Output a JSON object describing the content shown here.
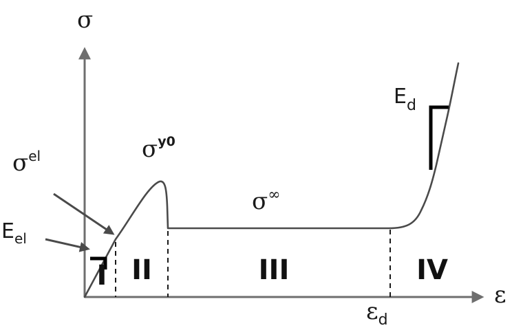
{
  "axes": {
    "y_label": "σ",
    "x_label": "ε"
  },
  "labels": {
    "sigma_el_base": "σ",
    "sigma_el_sup": "el",
    "E_el_base": "E",
    "E_el_sub": "el",
    "sigma_y0_base": "σ",
    "sigma_y0_sup": "y0",
    "sigma_inf_base": "σ",
    "sigma_inf_sup": "∞",
    "E_d_base": "E",
    "E_d_sub": "d",
    "eps_d_base": "ε",
    "eps_d_sub": "d"
  },
  "regions": [
    "I",
    "II",
    "III",
    "IV"
  ],
  "colors": {
    "axis": "#6e6e6e",
    "curve": "#4a4a4a",
    "text": "#1a1a1a"
  }
}
